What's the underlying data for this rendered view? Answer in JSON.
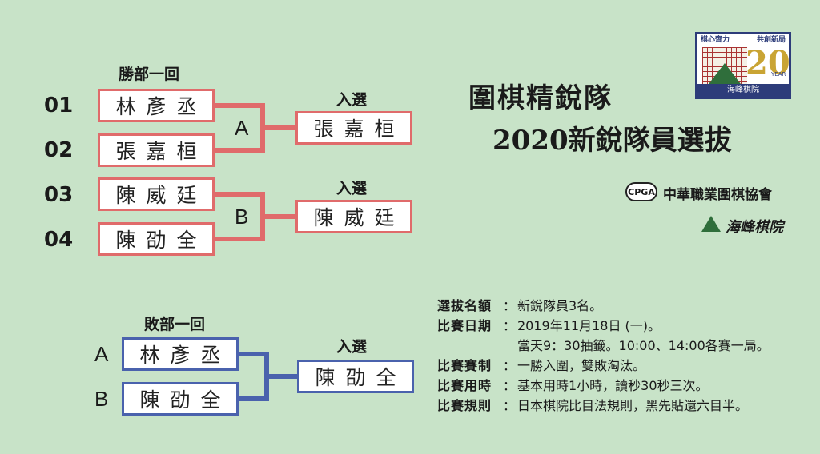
{
  "winners": {
    "header": "勝部一回",
    "seeds": [
      "01",
      "02",
      "03",
      "04"
    ],
    "players": [
      "林彥丞",
      "張嘉桓",
      "陳威廷",
      "陳劭全"
    ],
    "groups": [
      "A",
      "B"
    ],
    "selected_label": "入選",
    "selected": [
      "張嘉桓",
      "陳威廷"
    ]
  },
  "losers": {
    "header": "敗部一回",
    "groups": [
      "A",
      "B"
    ],
    "players": [
      "林彥丞",
      "陳劭全"
    ],
    "selected_label": "入選",
    "selected": "陳劭全"
  },
  "title": {
    "line1": "圍棋精銳隊",
    "line2": "2020新銳隊員選拔"
  },
  "logo": {
    "slogan_left": "棋心齊力",
    "slogan_right": "共創新局",
    "number": "20",
    "years": "YEAR",
    "name": "海峰棋院"
  },
  "sponsors": {
    "cpga_mark": "CPGA",
    "cpga_name": "中華職業圍棋協會",
    "haifeng_name": "海峰棋院"
  },
  "info": [
    {
      "label": "選拔名額",
      "value": "新銳隊員3名。"
    },
    {
      "label": "比賽日期",
      "value": "2019年11月18日 (一)。"
    },
    {
      "label": "",
      "value": "當天9：30抽籤。10:00、14:00各賽一局。"
    },
    {
      "label": "比賽賽制",
      "value": "一勝入圍，雙敗淘汰。"
    },
    {
      "label": "比賽用時",
      "value": "基本用時1小時，讀秒30秒三次。"
    },
    {
      "label": "比賽規則",
      "value": "日本棋院比目法規則，黑先貼還六目半。"
    }
  ],
  "colors": {
    "background": "#c8e3c8",
    "winners_bracket": "#e06b6b",
    "losers_bracket": "#4a62ad"
  }
}
